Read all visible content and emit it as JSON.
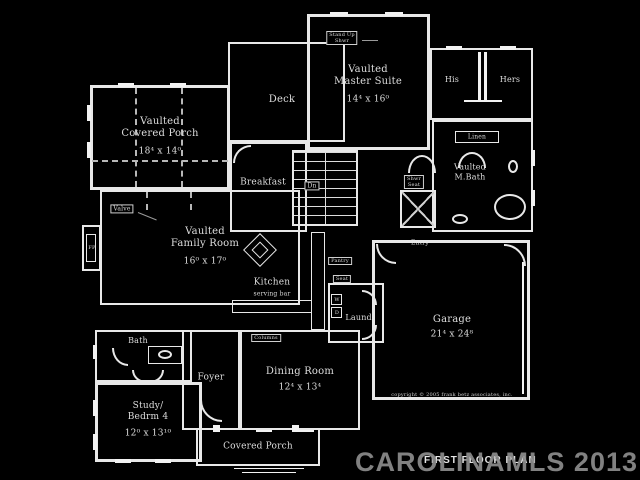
{
  "watermark": {
    "mls_text": "CAROLINAMLS 2013",
    "plan_label": "FIRST FLOOR PLAN"
  },
  "copyright_line": "copyright © 2005 frank betz associates, inc.",
  "rooms": {
    "covered_porch_top": {
      "name": "Vaulted\nCovered Porch",
      "dims": "18⁴ x 14⁰"
    },
    "deck": {
      "name": "Deck"
    },
    "master_suite": {
      "name": "Vaulted\nMaster Suite",
      "dims": "14⁴ x 16⁰"
    },
    "his_closet": {
      "name": "His"
    },
    "hers_closet": {
      "name": "Hers"
    },
    "master_bath": {
      "name": "Vaulted\nM.Bath"
    },
    "linen": {
      "name": "Linen"
    },
    "breakfast": {
      "name": "Breakfast"
    },
    "family_room": {
      "name": "Vaulted\nFamily Room",
      "dims": "16⁰ x 17⁰"
    },
    "kitchen": {
      "name": "Kitchen",
      "note": "serving bar"
    },
    "laundry": {
      "name": "Laund."
    },
    "pantry": {
      "name": "Pantry"
    },
    "seat": {
      "name": "Seat"
    },
    "entry": {
      "name": "Entry"
    },
    "shower_seat": {
      "name": "Shwr\nSeat"
    },
    "garage": {
      "name": "Garage",
      "dims": "21⁴ x 24⁸"
    },
    "foyer": {
      "name": "Foyer"
    },
    "dining_room": {
      "name": "Dining Room",
      "dims": "12⁴ x 13⁴"
    },
    "bath": {
      "name": "Bath"
    },
    "study": {
      "name": "Study/\nBedrm 4",
      "dims": "12⁰ x 13¹⁰"
    },
    "covered_porch_bottom": {
      "name": "Covered Porch"
    },
    "stand_up_shwr": {
      "name": "Stand Up\nShwr"
    },
    "valve": {
      "name": "Valve"
    },
    "columns": {
      "name": "Columns"
    },
    "fireplace": {
      "name": "FP"
    },
    "washer": {
      "name": "W"
    },
    "dryer": {
      "name": "D"
    },
    "stairs_dir": {
      "name": "Dn"
    }
  },
  "colors": {
    "background": "#000000",
    "lines": "#e8e8e8",
    "watermark_gray": "#8d8d8d"
  }
}
